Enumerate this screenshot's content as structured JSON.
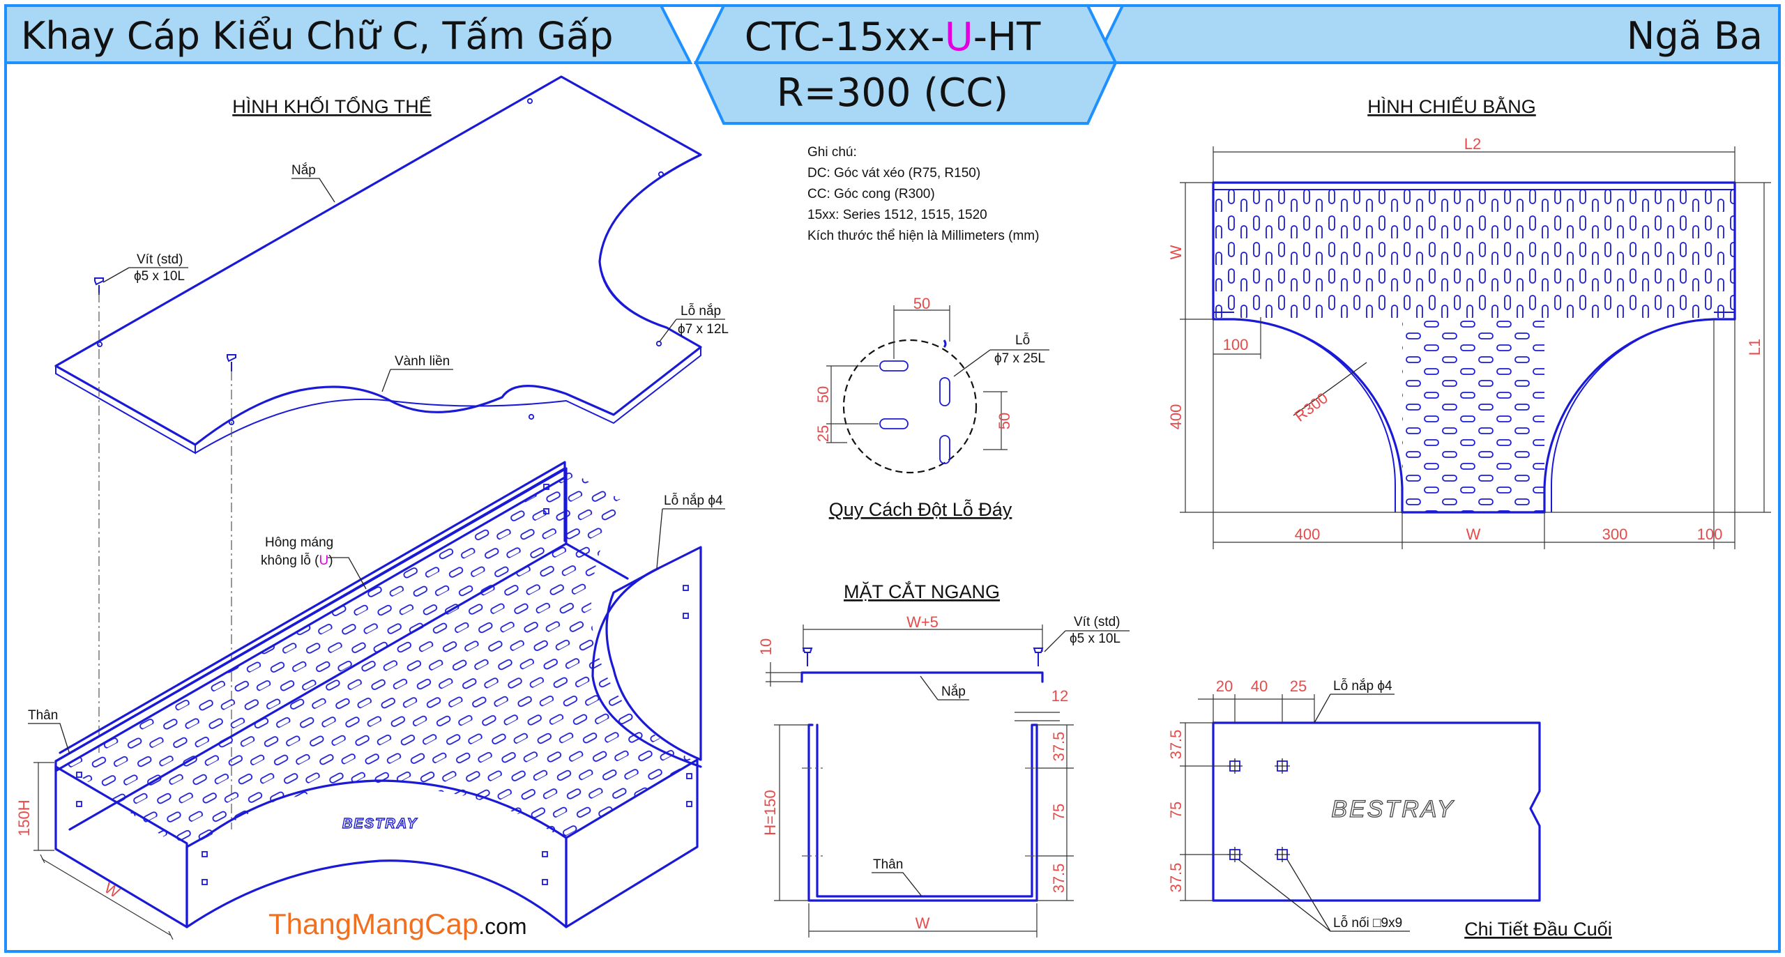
{
  "header": {
    "left_title": "Khay Cáp Kiểu Chữ C, Tấm Gấp",
    "code_prefix": "CTC-15xx-",
    "code_highlight": "U",
    "code_suffix": "-HT",
    "radius_spec": "R=300 (CC)",
    "right_title": "Ngã Ba",
    "highlight_color": "#e000e0",
    "band_color": "#a9d8f7",
    "border_color": "#1e90ff"
  },
  "iso_view": {
    "title": "HÌNH KHỐI TỔNG THỂ",
    "lid_label": "Nắp",
    "screw_label": "Vít (std)",
    "screw_size": "ϕ5 x 10L",
    "lid_hole_label": "Lỗ nắp",
    "lid_hole_size": "ϕ7 x 12L",
    "rim_label": "Vành liền",
    "lid_hole_body_label": "Lỗ nắp ϕ4",
    "side_label_line1": "Hông máng",
    "side_label_line2_prefix": "không lỗ (",
    "side_label_line2_mark": "U",
    "side_label_line2_suffix": ")",
    "body_label": "Thân",
    "height_dim": "150H",
    "width_dim": "W",
    "brand": "BESTRAY"
  },
  "notes": {
    "heading": "Ghi chú:",
    "lines": [
      "DC: Góc vát xéo (R75, R150)",
      "CC: Góc cong (R300)",
      "15xx: Series 1512, 1515, 1520",
      "Kích thước thể hiện là Millimeters (mm)"
    ]
  },
  "hole_spec": {
    "title": "Quy Cách Đột Lỗ Đáy",
    "dim_top": "50",
    "dim_left": "50",
    "dim_left_small": "25",
    "dim_right": "50",
    "hole_label": "Lỗ",
    "hole_size": "ϕ7 x 25L"
  },
  "section": {
    "title": "MẶT CẮT NGANG",
    "width_top": "W+5",
    "screw_label": "Vít (std)",
    "screw_size": "ϕ5 x 10L",
    "lid_label": "Nắp",
    "gap_left": "10",
    "flange": "12",
    "dim_a": "37.5",
    "dim_b": "75",
    "dim_c": "37.5",
    "height": "H=150",
    "body_label": "Thân",
    "width_bottom": "W"
  },
  "plan_view": {
    "title": "HÌNH CHIẾU BẰNG",
    "L2": "L2",
    "L1": "L1",
    "W_left": "W",
    "dim_100_top": "100",
    "dim_400_left": "400",
    "radius": "R300",
    "bottom_dims": [
      "400",
      "W",
      "300",
      "100"
    ]
  },
  "end_detail": {
    "title": "Chi Tiết Đầu Cuối",
    "top_dims": [
      "20",
      "40",
      "25"
    ],
    "lid_hole_label": "Lỗ nắp ϕ4",
    "left_dims": [
      "37.5",
      "75",
      "37.5"
    ],
    "joint_hole_label": "Lỗ nối □9x9",
    "brand": "BESTRAY"
  },
  "footer": {
    "site_name": "ThangMangCap",
    "site_suffix": ".com",
    "site_color": "#f07020"
  }
}
